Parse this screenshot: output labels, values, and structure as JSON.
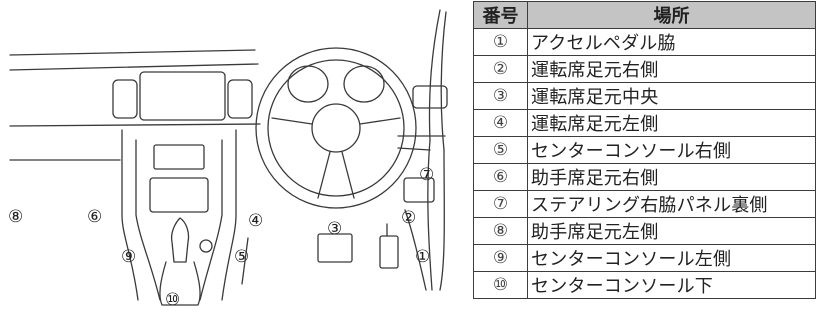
{
  "table": {
    "headers": {
      "number": "番号",
      "place": "場所"
    },
    "rows": [
      {
        "number": "①",
        "place": "アクセルペダル脇"
      },
      {
        "number": "②",
        "place": "運転席足元右側"
      },
      {
        "number": "③",
        "place": "運転席足元中央"
      },
      {
        "number": "④",
        "place": "運転席足元左側"
      },
      {
        "number": "⑤",
        "place": "センターコンソール右側"
      },
      {
        "number": "⑥",
        "place": "助手席足元右側"
      },
      {
        "number": "⑦",
        "place": "ステアリング右脇パネル裏側"
      },
      {
        "number": "⑧",
        "place": "助手席足元左側"
      },
      {
        "number": "⑨",
        "place": "センターコンソール左側"
      },
      {
        "number": "⑩",
        "place": "センターコンソール下"
      }
    ]
  },
  "diagram": {
    "markers": {
      "m1": "①",
      "m2": "②",
      "m3": "③",
      "m4": "④",
      "m5": "⑤",
      "m6": "⑥",
      "m7": "⑦",
      "m8": "⑧",
      "m9": "⑨",
      "m10": "⑩"
    }
  }
}
